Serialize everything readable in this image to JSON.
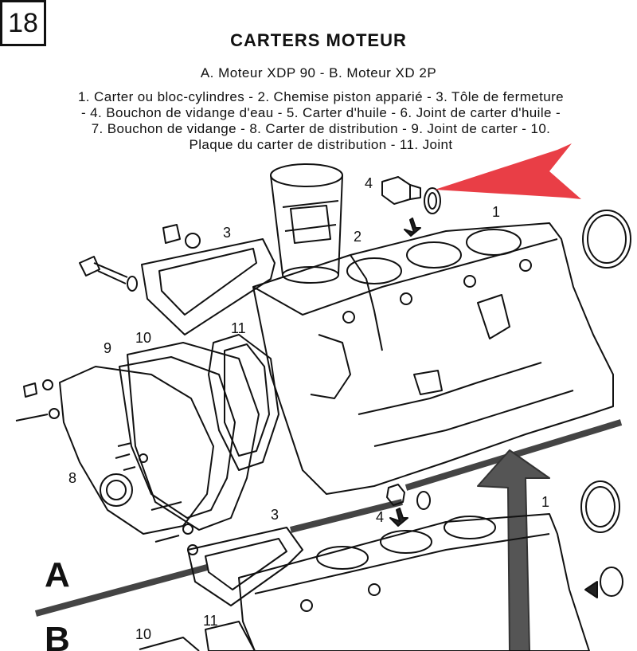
{
  "page_number": "18",
  "title": "CARTERS MOTEUR",
  "subtitle": "A. Moteur XDP 90 - B. Moteur XD 2P",
  "legend_lines": [
    "1. Carter ou bloc-cylindres - 2. Chemise piston apparié - 3. Tôle de fermeture",
    "- 4. Bouchon de vidange d'eau - 5. Carter d'huile - 6. Joint de carter d'huile -",
    "7. Bouchon de vidange - 8. Carter de distribution - 9. Joint de carter - 10.",
    "Plaque du carter de distribution - 11. Joint"
  ],
  "callouts": {
    "n1_top": "1",
    "n2": "2",
    "n3_top": "3",
    "n4_top": "4",
    "n9": "9",
    "n10_top": "10",
    "n11_top": "11",
    "n8": "8",
    "n3_low": "3",
    "n4_low": "4",
    "n1_low": "1",
    "n11_low": "11",
    "n10_low": "10"
  },
  "section_labels": {
    "a": "A",
    "b": "B"
  },
  "colors": {
    "arrow_annotation": "#e8343c",
    "ink": "#111111"
  }
}
